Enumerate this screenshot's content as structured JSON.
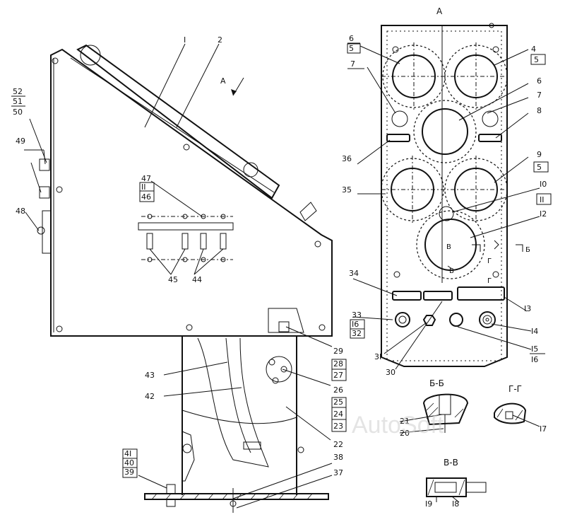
{
  "view_label": "А",
  "arrow_label": "А",
  "watermark": "AutoSoft",
  "sections": {
    "bb": "Б-Б",
    "gg": "Г-Г",
    "vv": "В-В",
    "mark_b": "Б",
    "mark_v": "В",
    "mark_g": "Г"
  },
  "side_labels": {
    "l1": "I",
    "l2": "2",
    "l52": "52",
    "l51": "51",
    "l50": "50",
    "l49": "49",
    "l48": "48",
    "l47": "47",
    "l11": "II",
    "l46": "46",
    "l45": "45",
    "l44": "44",
    "l43": "43",
    "l42": "42",
    "l29": "29",
    "l28": "28",
    "l27": "27",
    "l26": "26",
    "l25": "25",
    "l24": "24",
    "l23": "23",
    "l22": "22",
    "l41": "4I",
    "l40": "40",
    "l39": "39",
    "l38": "38",
    "l37": "37"
  },
  "panel_labels": {
    "p6a": "6",
    "p5a": "5",
    "p7a": "7",
    "p4": "4",
    "p5b": "5",
    "p6b": "6",
    "p7b": "7",
    "p8": "8",
    "p36": "36",
    "p35": "35",
    "p9": "9",
    "p5c": "5",
    "p10": "I0",
    "p11": "II",
    "p12": "I2",
    "p34": "34",
    "p13": "I3",
    "p33": "33",
    "p16a": "I6",
    "p32": "32",
    "p14": "I4",
    "p15": "I5",
    "p16b": "I6",
    "p31": "3I",
    "p30": "30"
  },
  "section_labels": {
    "s21": "21",
    "s20": "20",
    "s17": "I7",
    "s19": "I9",
    "s18": "I8"
  }
}
